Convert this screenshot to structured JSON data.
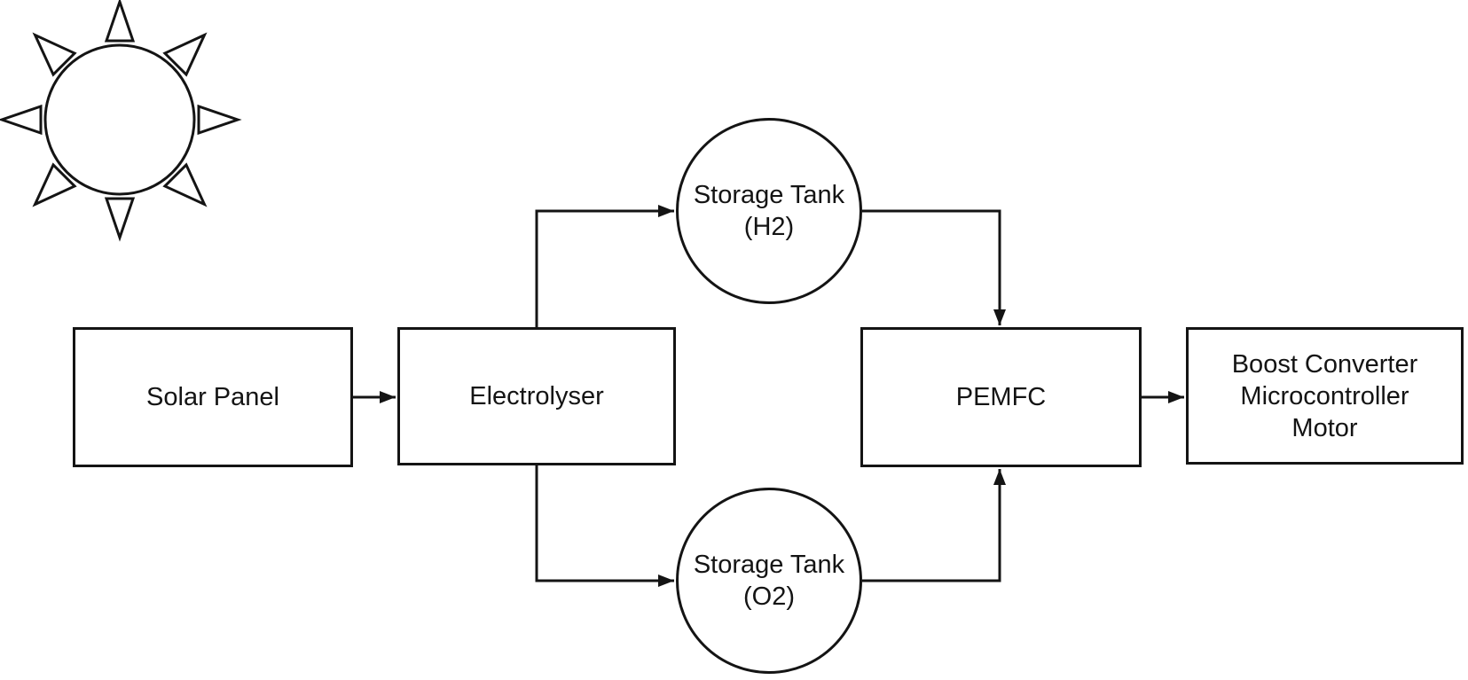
{
  "diagram": {
    "background_color": "#ffffff",
    "stroke_color": "#141414",
    "text_color": "#141414",
    "sun": {
      "icon": "sun-icon"
    },
    "nodes": {
      "solar_panel": {
        "label": "Solar Panel"
      },
      "electrolyser": {
        "label": "Electrolyser"
      },
      "tank_h2": {
        "line1": "Storage Tank",
        "line2": "(H2)"
      },
      "tank_o2": {
        "line1": "Storage Tank",
        "line2": "(O2)"
      },
      "pemfc": {
        "label": "PEMFC"
      },
      "output_stage": {
        "line1": "Boost Converter",
        "line2": "Microcontroller",
        "line3": "Motor"
      }
    },
    "edges": [
      {
        "from": "Solar Panel",
        "to": "Electrolyser"
      },
      {
        "from": "Electrolyser",
        "to": "Storage Tank (H2)"
      },
      {
        "from": "Electrolyser",
        "to": "Storage Tank (O2)"
      },
      {
        "from": "Storage Tank (H2)",
        "to": "PEMFC"
      },
      {
        "from": "Storage Tank (O2)",
        "to": "PEMFC"
      },
      {
        "from": "PEMFC",
        "to": "Boost Converter Microcontroller Motor"
      }
    ]
  }
}
